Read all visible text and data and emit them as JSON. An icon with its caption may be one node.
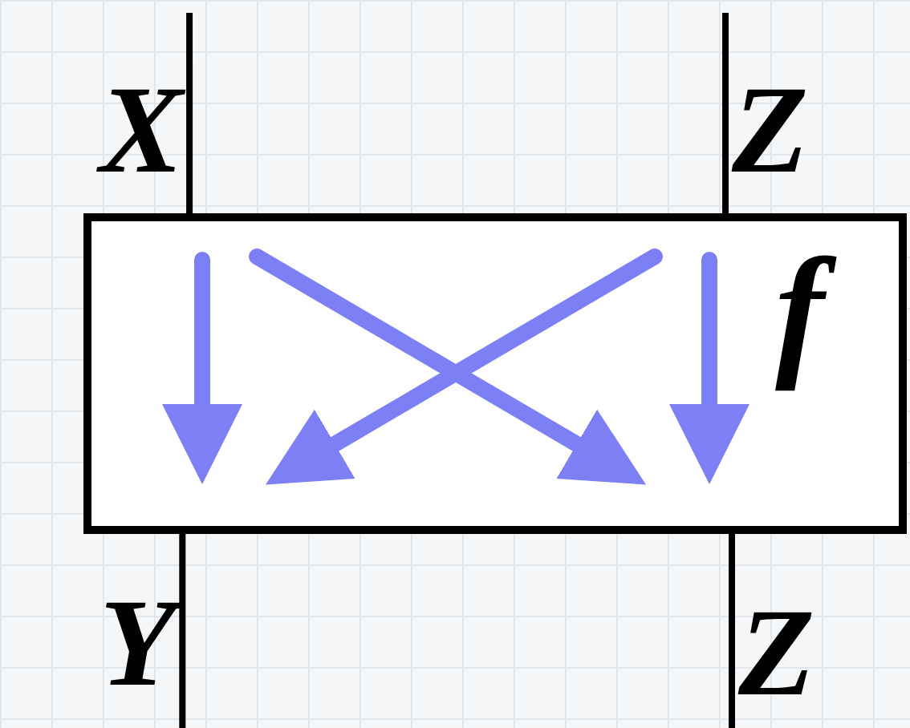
{
  "diagram": {
    "nodes": [
      {
        "text": [
          "X"
        ]
      },
      {
        "text": [
          "Z"
        ]
      },
      {
        "text": [
          "f"
        ]
      },
      {
        "text": [
          "Y"
        ]
      },
      {
        "text": [
          "Z"
        ]
      }
    ],
    "edges": [
      {
        "from": 0,
        "to": 2,
        "arrow": "none"
      },
      {
        "from": 1,
        "to": 2,
        "arrow": "none"
      },
      {
        "from": 2,
        "to": 3,
        "arrow": "none"
      },
      {
        "from": 2,
        "to": 4,
        "arrow": "none"
      }
    ]
  }
}
